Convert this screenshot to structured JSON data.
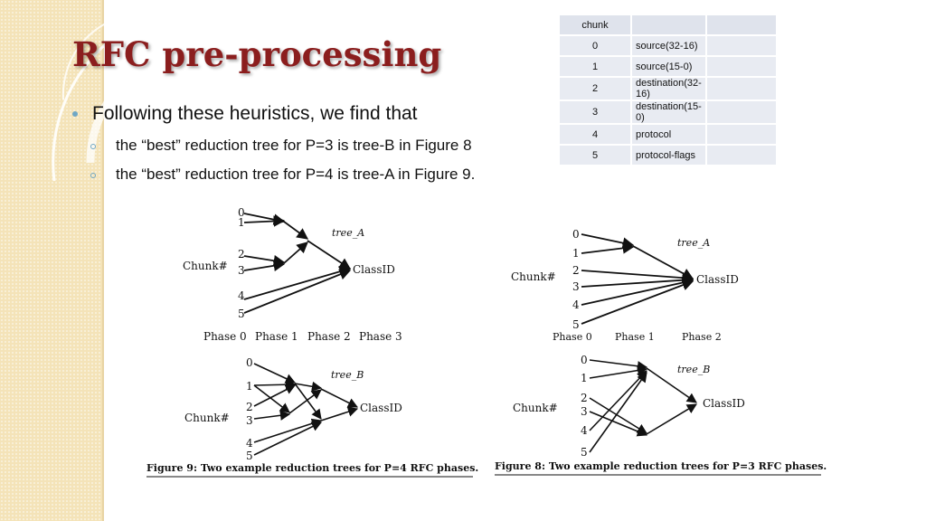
{
  "slide": {
    "title": "RFC pre-processing",
    "bullet": "Following these heuristics, we find that",
    "sub_bullets": [
      "the “best” reduction tree for P=3 is tree-B in Figure 8",
      "the “best” reduction tree for P=4 is tree-A in Figure 9."
    ]
  },
  "table": {
    "header": [
      "chunk",
      "",
      ""
    ],
    "rows": [
      [
        "0",
        "source(32-16)",
        ""
      ],
      [
        "1",
        "source(15-0)",
        ""
      ],
      [
        "2",
        "destination(32-16)",
        ""
      ],
      [
        "3",
        "destination(15-0)",
        ""
      ],
      [
        "4",
        "protocol",
        ""
      ],
      [
        "5",
        "protocol-flags",
        ""
      ]
    ]
  },
  "figure9": {
    "chunk_label": "Chunk#",
    "class_label": "ClassID",
    "tree_a_label": "tree_A",
    "tree_b_label": "tree_B",
    "chunks": [
      "0",
      "1",
      "2",
      "3",
      "4",
      "5"
    ],
    "phases": [
      "Phase 0",
      "Phase 1",
      "Phase 2",
      "Phase 3"
    ],
    "caption": "Figure 9: Two example reduction trees for P=4 RFC phases."
  },
  "figure8": {
    "chunk_label": "Chunk#",
    "class_label": "ClassID",
    "tree_a_label": "tree_A",
    "tree_b_label": "tree_B",
    "chunks": [
      "0",
      "1",
      "2",
      "3",
      "4",
      "5"
    ],
    "phases": [
      "Phase 0",
      "Phase 1",
      "Phase 2"
    ],
    "caption": "Figure 8: Two example reduction trees for P=3 RFC phases."
  }
}
